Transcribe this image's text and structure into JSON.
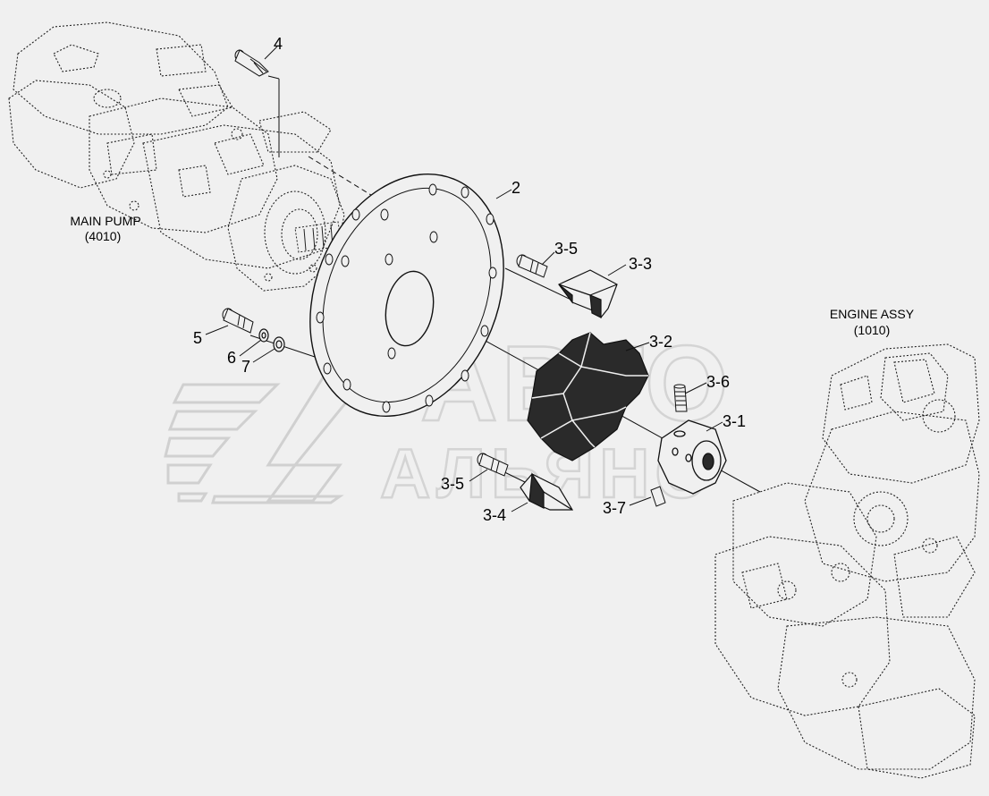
{
  "colors": {
    "background": "#f0f0f0",
    "line": "#1a1a1a",
    "watermark": "#d4d4d4",
    "part_fill": "#2a2a2a"
  },
  "assemblies": {
    "main_pump": {
      "name": "MAIN PUMP",
      "code": "(4010)"
    },
    "engine": {
      "name": "ENGINE ASSY",
      "code": "(1010)"
    }
  },
  "callouts": {
    "c4": "4",
    "c2": "2",
    "c3_5_top": "3-5",
    "c3_3": "3-3",
    "c3_2": "3-2",
    "c3_6": "3-6",
    "c3_1": "3-1",
    "c5": "5",
    "c6": "6",
    "c7": "7",
    "c3_5_bottom": "3-5",
    "c3_4": "3-4",
    "c3_7": "3-7"
  },
  "watermark": {
    "line1": "АВТО",
    "line2": "АЛЬЯНС"
  }
}
